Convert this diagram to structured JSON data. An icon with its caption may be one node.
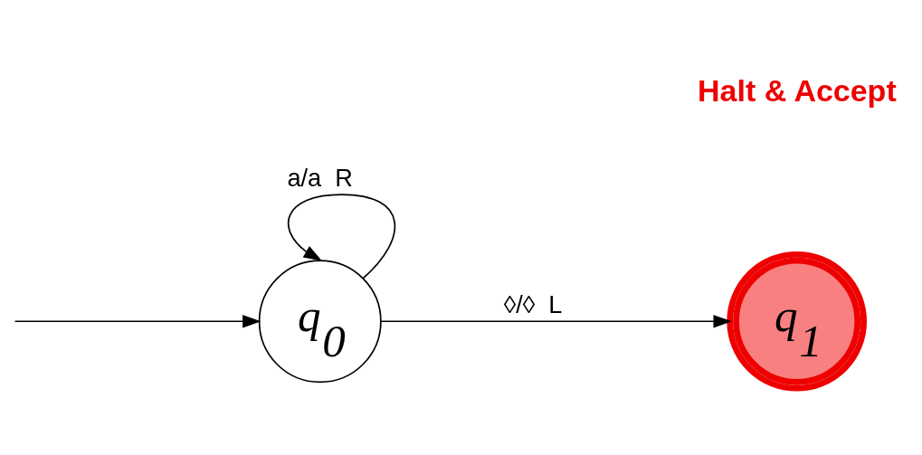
{
  "diagram": {
    "nodes": [
      {
        "text": [
          "q$_{0}$"
        ]
      },
      {
        "text": [
          "q$_{1}$"
        ]
      }
    ],
    "edges": [
      {
        "from": null,
        "to": 0,
        "arrow": "to"
      },
      {
        "from": 0,
        "to": 0,
        "arrow": "to",
        "label": "a/a  R"
      },
      {
        "from": 0,
        "to": 1,
        "arrow": "to",
        "label": "◊/◊  L"
      }
    ],
    "labels": [
      "Halt & Accept"
    ]
  }
}
